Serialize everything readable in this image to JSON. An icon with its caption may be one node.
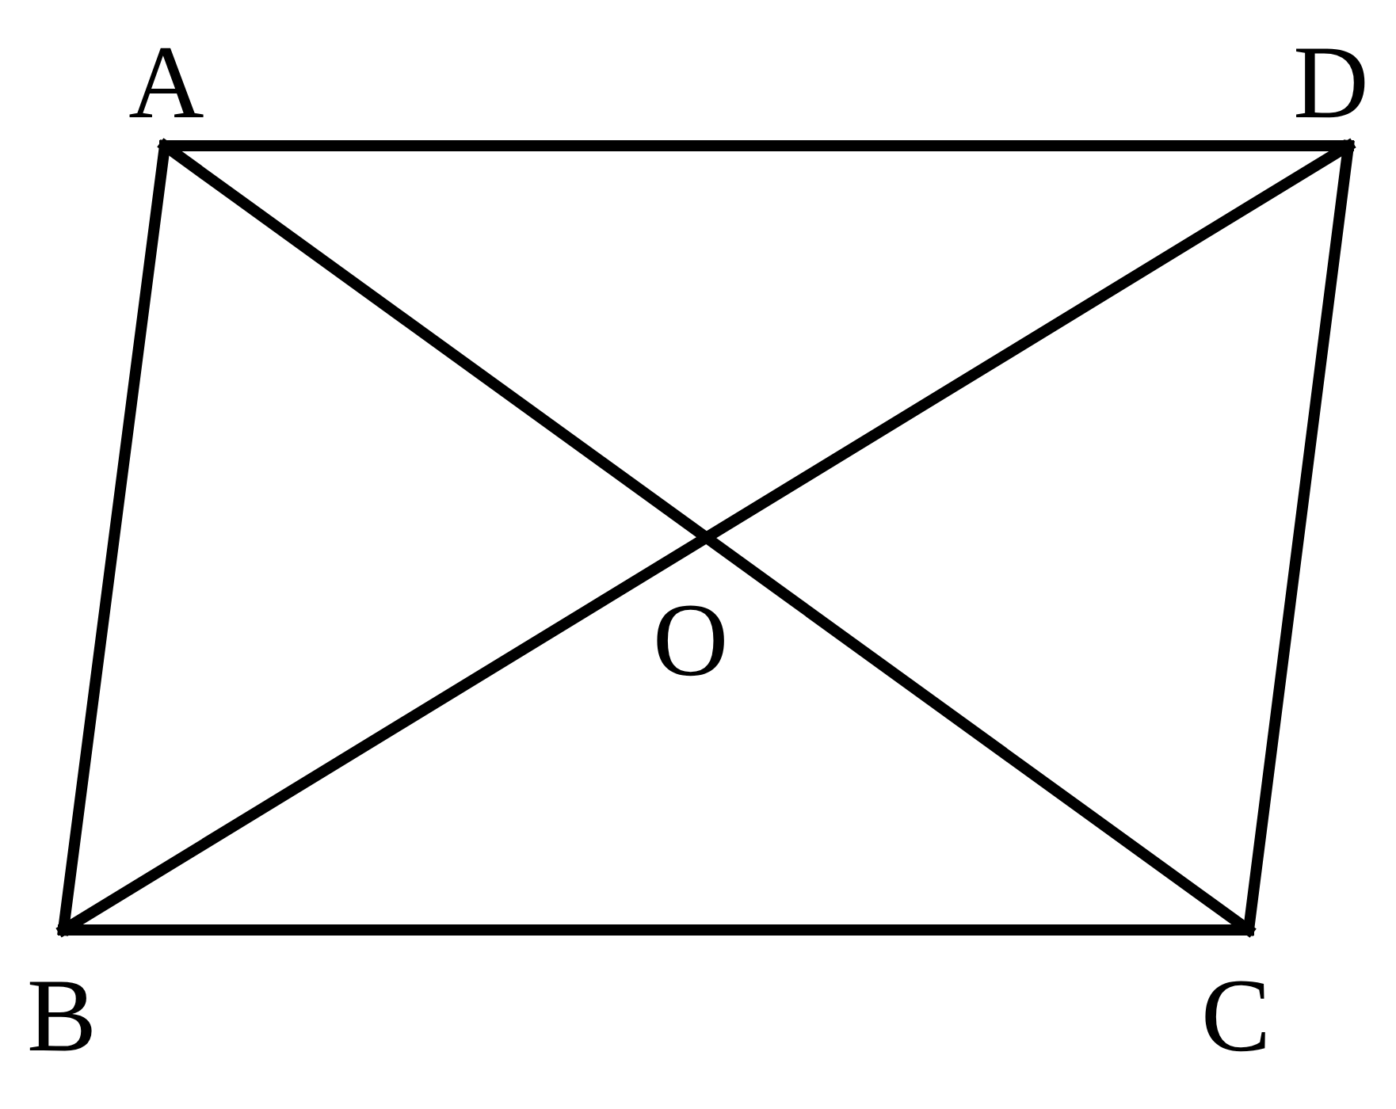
{
  "diagram": {
    "nodes": [
      {
        "text": [
          "A"
        ]
      },
      {
        "text": [
          "D"
        ]
      },
      {
        "text": [
          "B"
        ]
      },
      {
        "text": [
          "C"
        ]
      }
    ],
    "edges": [
      {
        "from": 0,
        "to": 1,
        "arrow": "none"
      },
      {
        "from": 0,
        "to": 2,
        "arrow": "none"
      },
      {
        "from": 2,
        "to": 3,
        "arrow": "none"
      },
      {
        "from": 1,
        "to": 3,
        "arrow": "none"
      },
      {
        "from": 0,
        "to": 3,
        "arrow": "none"
      },
      {
        "from": 1,
        "to": 2,
        "arrow": "none"
      }
    ],
    "labels": [
      "O"
    ]
  }
}
